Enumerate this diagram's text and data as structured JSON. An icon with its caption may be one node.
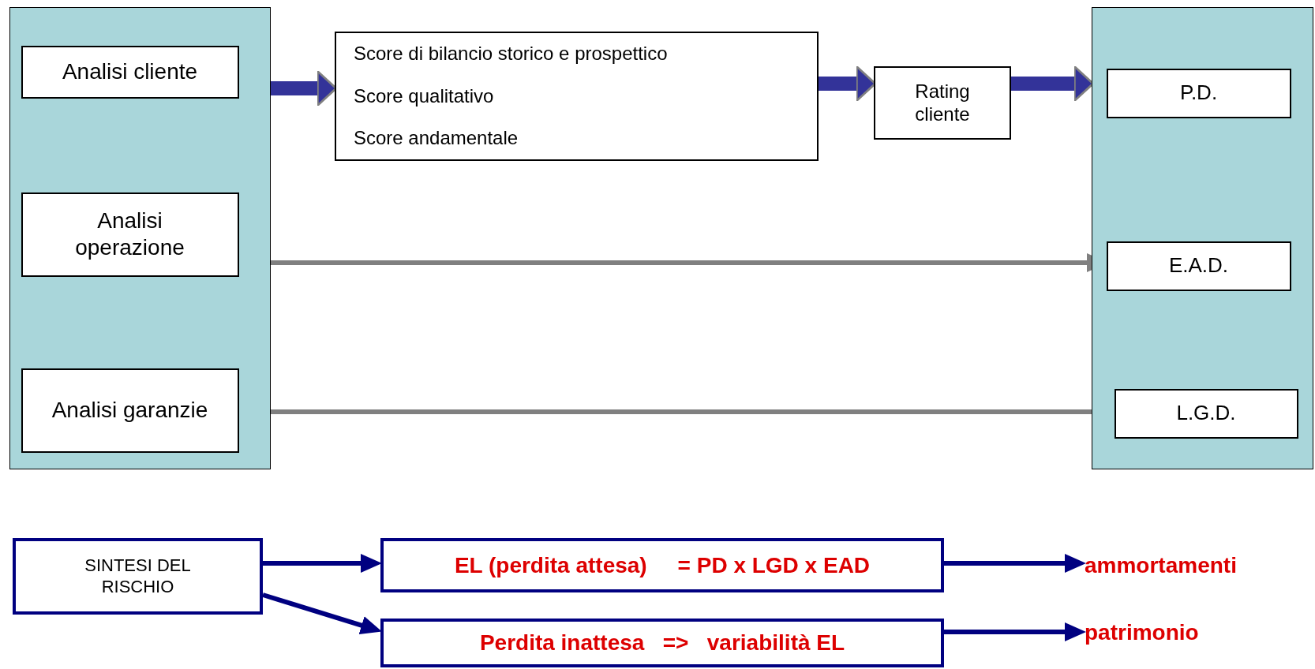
{
  "diagram": {
    "nodes": [
      {
        "text": [],
        "shape": "box"
      },
      {
        "text": [
          "Analisi cliente"
        ],
        "in": 0
      },
      {
        "text": [
          "Analisi operazione"
        ],
        "in": 0
      },
      {
        "text": [
          "Analisi garanzie"
        ],
        "in": 0
      },
      {
        "text": [
          "Score di bilancio storico e prospettico",
          "Score qualitativo",
          "Score andamentale"
        ]
      },
      {
        "text": [
          "Rating cliente"
        ]
      },
      {
        "text": [],
        "shape": "box"
      },
      {
        "text": [
          "P.D."
        ],
        "in": 6
      },
      {
        "text": [
          "E.A.D."
        ],
        "in": 6
      },
      {
        "text": [
          "L.G.D."
        ],
        "in": 6
      },
      {
        "text": [
          "SINTESI DEL RISCHIO"
        ]
      },
      {
        "text": [
          "EL (perdita attesa)     = PD x LGD x EAD"
        ]
      },
      {
        "text": [
          "Perdita inattesa   =>   variabilità EL"
        ]
      },
      {
        "text": [
          "ammortamenti"
        ]
      },
      {
        "text": [
          "patrimonio"
        ]
      }
    ],
    "edges": [
      {
        "from": 1,
        "to": 4,
        "arrow": "to",
        "style": "thick",
        "color": "#333399"
      },
      {
        "from": 4,
        "to": 5,
        "arrow": "to",
        "style": "thick",
        "color": "#333399"
      },
      {
        "from": 5,
        "to": 6,
        "arrow": "to",
        "style": "thick",
        "color": "#333399"
      },
      {
        "from": 2,
        "to": 8,
        "arrow": "to",
        "color": "#808080"
      },
      {
        "from": 3,
        "to": 9,
        "arrow": "to",
        "color": "#808080"
      },
      {
        "from": 10,
        "to": 11,
        "arrow": "to"
      },
      {
        "from": 10,
        "to": 12,
        "arrow": "to"
      },
      {
        "from": 11,
        "to": 13,
        "arrow": "to"
      },
      {
        "from": 12,
        "to": 14,
        "arrow": "to"
      }
    ]
  }
}
